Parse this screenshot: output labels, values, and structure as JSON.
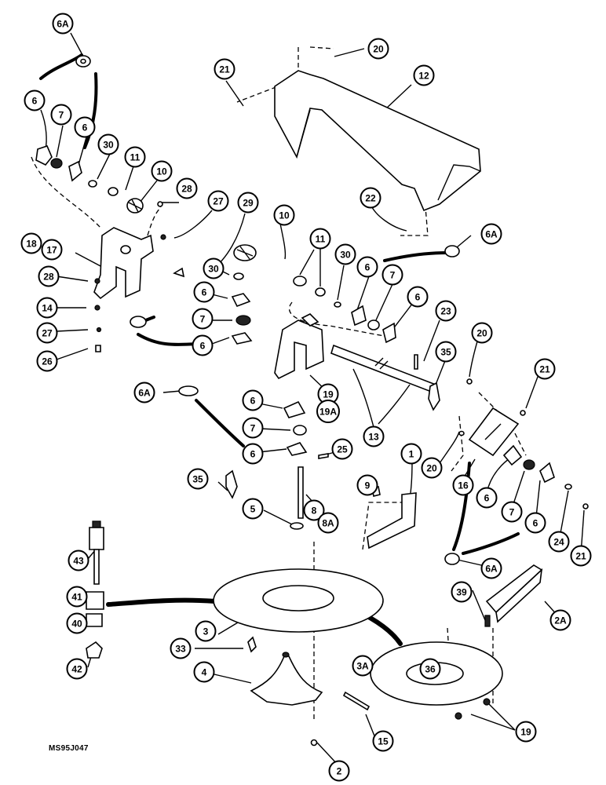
{
  "figure_code": "MS95J047",
  "callouts": [
    {
      "label": "6A"
    },
    {
      "label": "6"
    },
    {
      "label": "7"
    },
    {
      "label": "6"
    },
    {
      "label": "30"
    },
    {
      "label": "11"
    },
    {
      "label": "10"
    },
    {
      "label": "28"
    },
    {
      "label": "27"
    },
    {
      "label": "29"
    },
    {
      "label": "10"
    },
    {
      "label": "11"
    },
    {
      "label": "30"
    },
    {
      "label": "6"
    },
    {
      "label": "7"
    },
    {
      "label": "6"
    },
    {
      "label": "6A"
    },
    {
      "label": "21"
    },
    {
      "label": "20"
    },
    {
      "label": "12"
    },
    {
      "label": "22"
    },
    {
      "label": "18"
    },
    {
      "label": "17"
    },
    {
      "label": "28"
    },
    {
      "label": "14"
    },
    {
      "label": "27"
    },
    {
      "label": "26"
    },
    {
      "label": "30"
    },
    {
      "label": "6"
    },
    {
      "label": "7"
    },
    {
      "label": "6"
    },
    {
      "label": "6A"
    },
    {
      "label": "6"
    },
    {
      "label": "7"
    },
    {
      "label": "6"
    },
    {
      "label": "19"
    },
    {
      "label": "19A"
    },
    {
      "label": "13"
    },
    {
      "label": "23"
    },
    {
      "label": "35"
    },
    {
      "label": "20"
    },
    {
      "label": "21"
    },
    {
      "label": "20"
    },
    {
      "label": "16"
    },
    {
      "label": "6"
    },
    {
      "label": "7"
    },
    {
      "label": "6"
    },
    {
      "label": "24"
    },
    {
      "label": "21"
    },
    {
      "label": "6A"
    },
    {
      "label": "1"
    },
    {
      "label": "25"
    },
    {
      "label": "9"
    },
    {
      "label": "35"
    },
    {
      "label": "5"
    },
    {
      "label": "8"
    },
    {
      "label": "8A"
    },
    {
      "label": "43"
    },
    {
      "label": "41"
    },
    {
      "label": "40"
    },
    {
      "label": "42"
    },
    {
      "label": "3"
    },
    {
      "label": "33"
    },
    {
      "label": "4"
    },
    {
      "label": "3A"
    },
    {
      "label": "36"
    },
    {
      "label": "39"
    },
    {
      "label": "2A"
    },
    {
      "label": "19"
    },
    {
      "label": "15"
    },
    {
      "label": "2"
    }
  ]
}
